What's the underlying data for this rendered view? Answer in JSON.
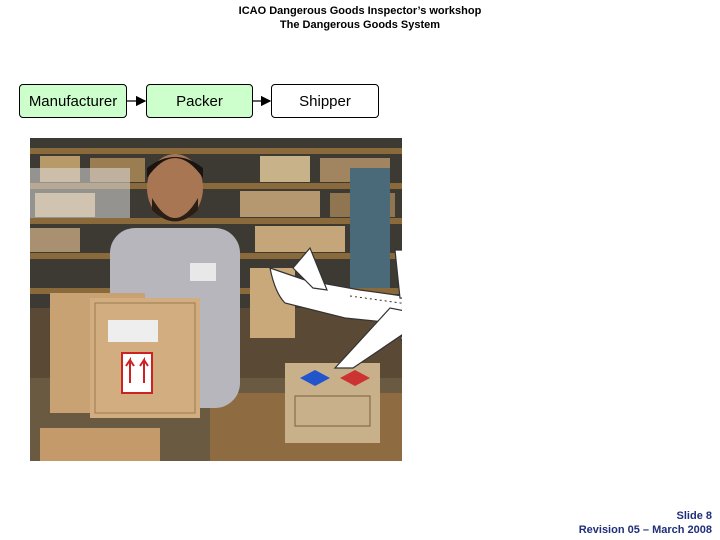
{
  "header": {
    "line1": "ICAO Dangerous Goods Inspector’s workshop",
    "line2": "The Dangerous Goods System"
  },
  "flow": {
    "nodes": [
      {
        "label": "Manufacturer",
        "fill": "#ccffcc"
      },
      {
        "label": "Packer",
        "fill": "#ccffcc"
      },
      {
        "label": "Shipper",
        "fill": "#ffffff"
      }
    ]
  },
  "footer": {
    "slide": "Slide 8",
    "revision": "Revision 05 – March 2008"
  },
  "colors": {
    "node_fill": "#ccffcc",
    "footer_text": "#1f2f7a"
  }
}
